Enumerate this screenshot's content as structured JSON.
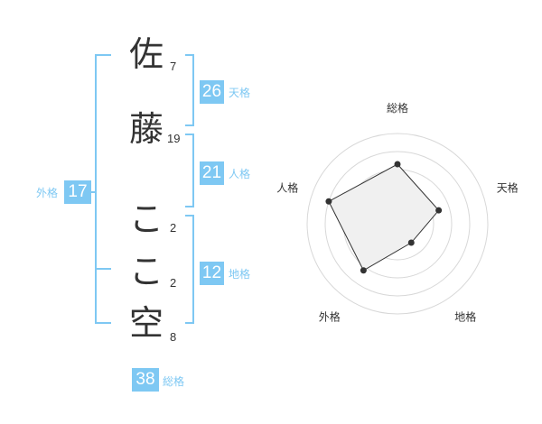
{
  "name": {
    "characters": [
      {
        "char": "佐",
        "strokes": "7"
      },
      {
        "char": "藤",
        "strokes": "19"
      },
      {
        "char": "こ",
        "strokes": "2"
      },
      {
        "char": "こ",
        "strokes": "2"
      },
      {
        "char": "空",
        "strokes": "8"
      }
    ]
  },
  "fortune": {
    "tenkaku": {
      "value": "26",
      "label": "天格"
    },
    "jinkaku": {
      "value": "21",
      "label": "人格"
    },
    "chikaku": {
      "value": "12",
      "label": "地格"
    },
    "gaikaku": {
      "value": "17",
      "label": "外格"
    },
    "soukaku": {
      "value": "38",
      "label": "総格"
    }
  },
  "chart_data": {
    "type": "radar",
    "axes": [
      "総格",
      "天格",
      "地格",
      "外格",
      "人格"
    ],
    "values": [
      3.3,
      2.4,
      1.3,
      3.2,
      4.0
    ],
    "max": 5,
    "rings": 5,
    "colors": {
      "fill": "#f0f0f0",
      "line": "#333333",
      "grid": "#d8d8d8",
      "accent": "#7ec8f3"
    }
  }
}
